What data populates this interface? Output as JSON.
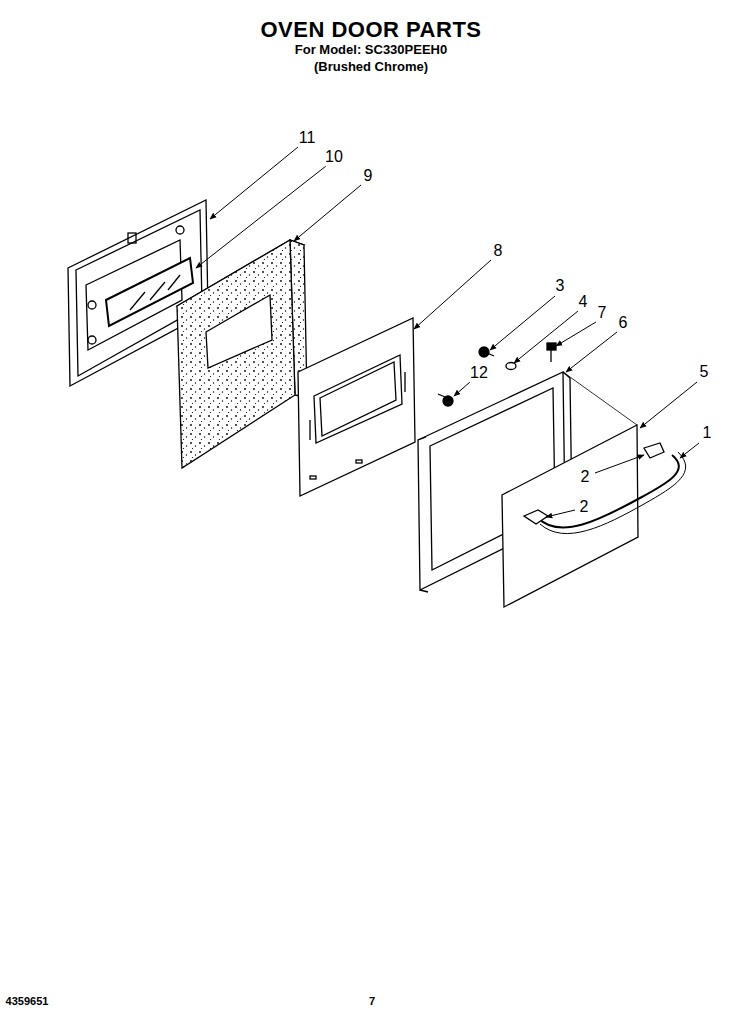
{
  "diagram": {
    "title": "OVEN DOOR PARTS",
    "labels": [
      "For Model: SC330PEEH0",
      "(Brushed Chrome)",
      "11",
      "10",
      "9",
      "8",
      "3",
      "4",
      "7",
      "6",
      "5",
      "1",
      "12",
      "2",
      "2",
      "4359651",
      "7"
    ]
  }
}
